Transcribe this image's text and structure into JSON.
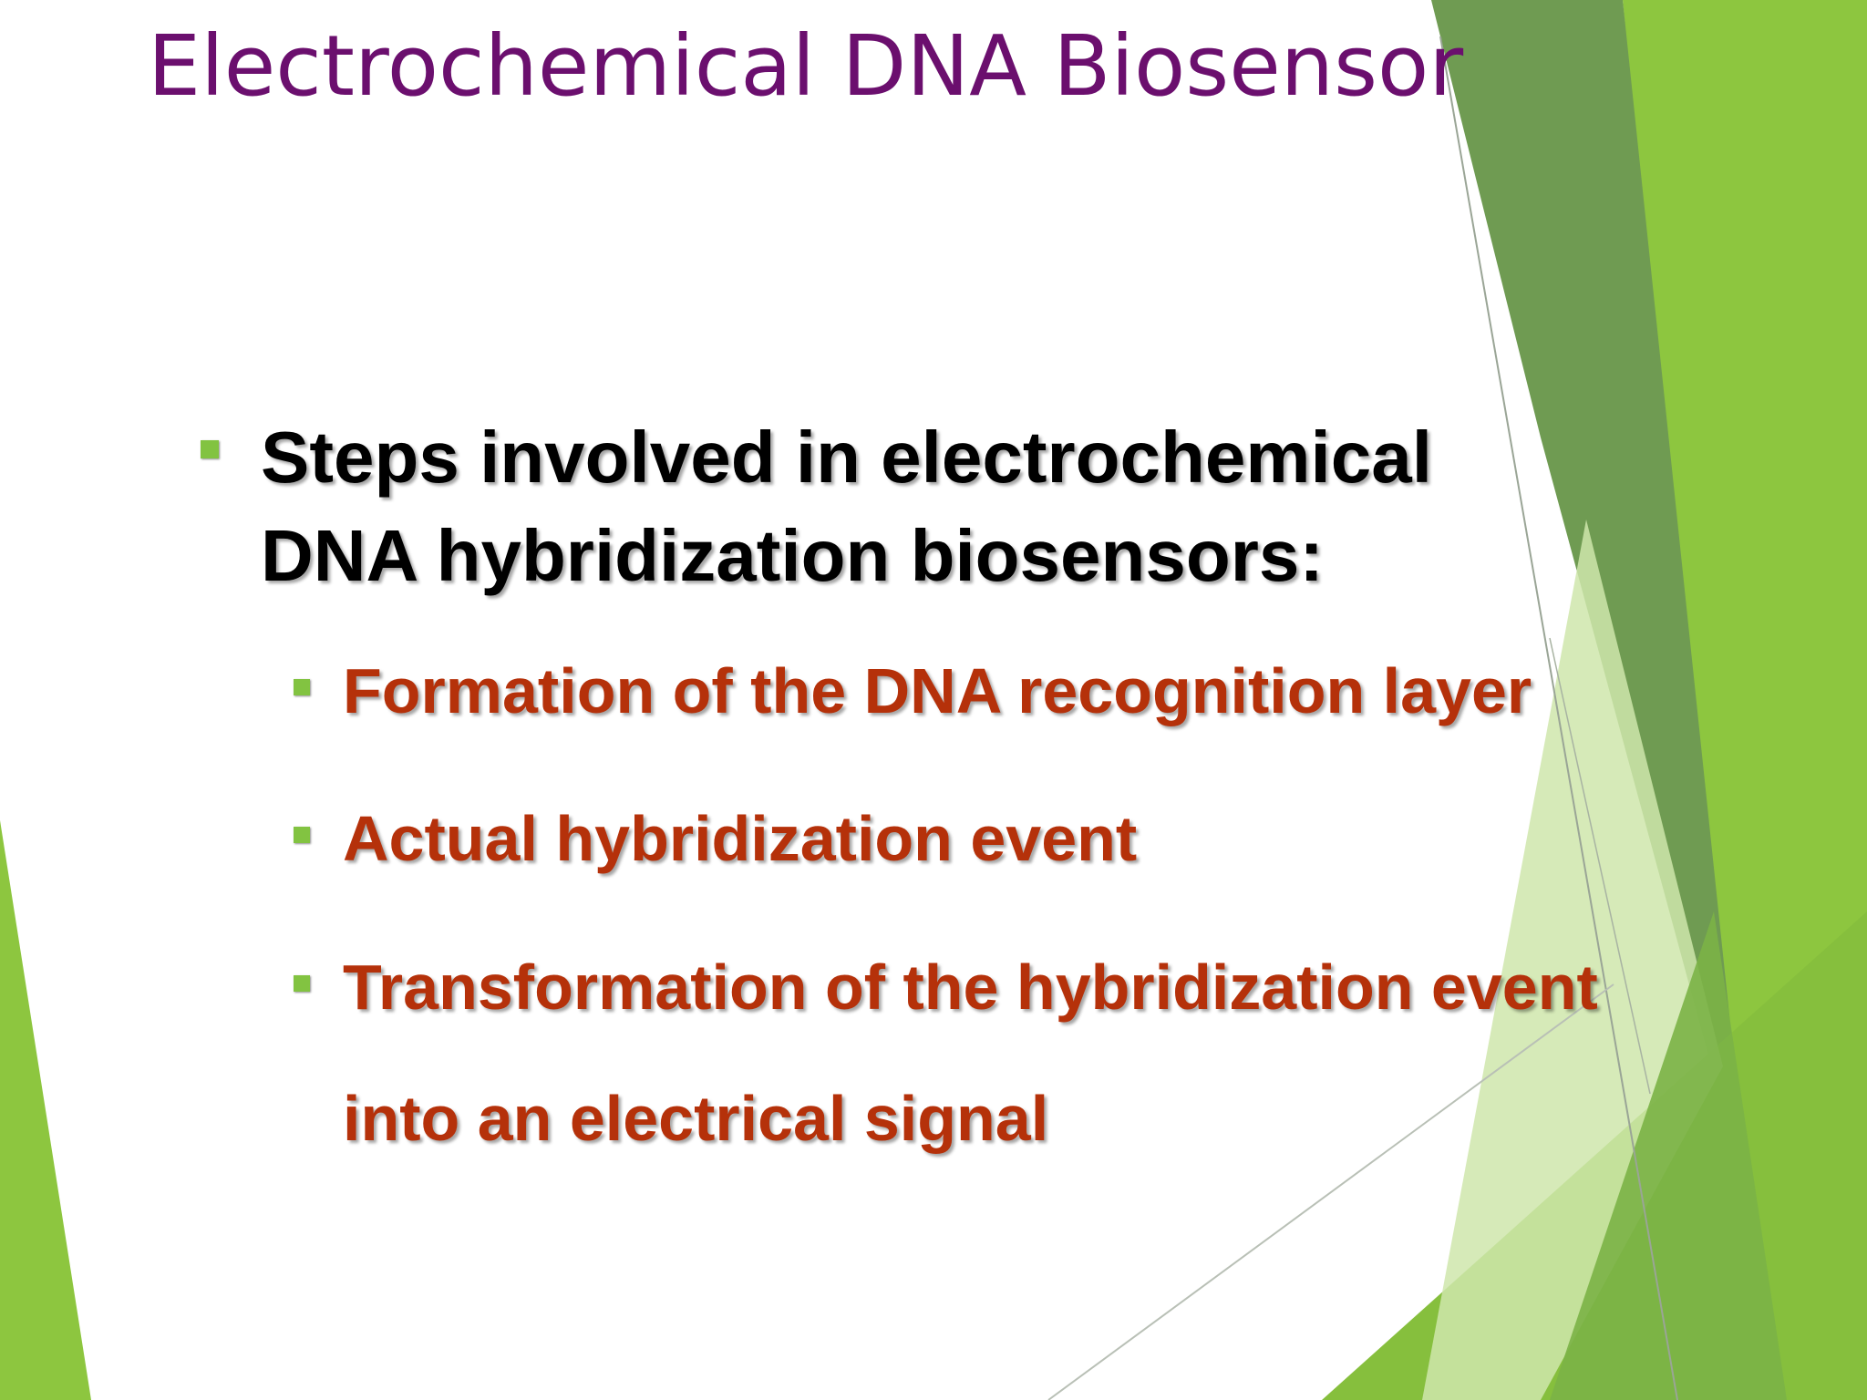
{
  "slide": {
    "title": "Electrochemical DNA Biosensor",
    "main_bullet": {
      "line1": "Steps involved in electrochemical",
      "line2": "DNA hybridization biosensors:"
    },
    "sub_bullets": [
      {
        "line1": "Formation of the DNA recognition layer"
      },
      {
        "line1": "Actual hybridization event"
      },
      {
        "line1": "Transformation of the hybridization event",
        "line2": "into an electrical signal"
      }
    ]
  },
  "colors": {
    "title": "#6b0f6e",
    "main_text": "#000000",
    "sub_text": "#b5310a",
    "bullet_square": "#82c341",
    "green_light": "#8dc63f",
    "green_dark": "#6a9a4f",
    "green_pale": "#c9e2a3"
  }
}
